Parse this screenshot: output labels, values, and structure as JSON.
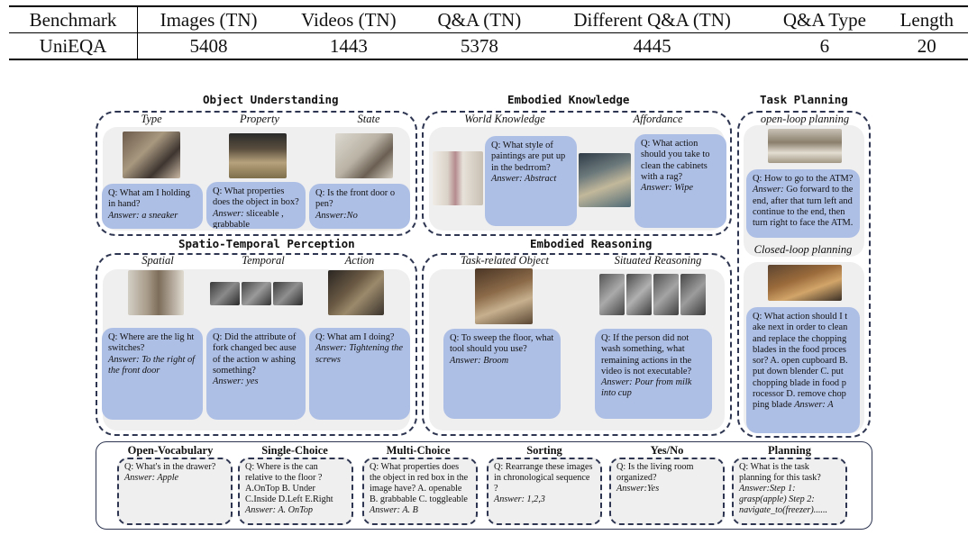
{
  "table": {
    "headers": [
      "Benchmark",
      "Images (TN)",
      "Videos (TN)",
      "Q&A (TN)",
      "Different Q&A (TN)",
      "Q&A Type",
      "Length"
    ],
    "row": [
      "UniEQA",
      "5408",
      "1443",
      "5378",
      "4445",
      "6",
      "20"
    ]
  },
  "sections": {
    "object_understanding": {
      "title": "Object Understanding",
      "sub": [
        "Type",
        "Property",
        "State"
      ],
      "qa": [
        {
          "q": "Q: What am I holding in hand?",
          "a": "Answer: a sneaker"
        },
        {
          "q": "Q:  What properties does the object in box?",
          "a": "Answer:",
          "a_rest": " sliceable , grabbable"
        },
        {
          "q": "Q:  Is the front door o pen?",
          "a": "Answer:No"
        }
      ]
    },
    "embodied_knowledge": {
      "title": "Embodied Knowledge",
      "sub": [
        "World Knowledge",
        "Affordance"
      ],
      "qa": [
        {
          "q": "Q:  What style of paintings are put up in the bedrrom?",
          "a": "Answer: Abstract"
        },
        {
          "q": "Q:  What action should you take to clean the cabinets with a rag?",
          "a": "Answer: Wipe"
        }
      ]
    },
    "task_planning": {
      "title": "Task Planning",
      "sub": [
        "open-loop planning",
        "Closed-loop planning"
      ],
      "qa": [
        {
          "q": "Q: How to go to the ATM?",
          "a": "Answer:",
          "a_rest": " Go forward to the end, after that turn left and continue to the end, then turn right to face the ATM."
        },
        {
          "q": "Q: What action should I t ake next in order to clean and replace the chopping blades in the food proces sor? A. open cupboard B. put down blender C. put chopping blade in food p rocessor D. remove chop ping blade",
          "a": "Answer: A"
        }
      ]
    },
    "spatio_temporal": {
      "title": "Spatio-Temporal Perception",
      "sub": [
        "Spatial",
        "Temporal",
        "Action"
      ],
      "qa": [
        {
          "q": "Q:  Where are the lig ht switches?",
          "a": "Answer: To the right of the front door"
        },
        {
          "q": "Q:  Did the attribute of fork changed bec ause of the action w ashing something?",
          "a": "Answer: yes"
        },
        {
          "q": "Q:  What am I doing?",
          "a": "Answer: Tightening the screws"
        }
      ]
    },
    "embodied_reasoning": {
      "title": "Embodied Reasoning",
      "sub": [
        "Task-related Object",
        "Situated Reasoning"
      ],
      "qa": [
        {
          "q": "Q:  To sweep the floor, what tool should you use?",
          "a": "Answer: Broom"
        },
        {
          "q": "Q:  If the person did not wash something, what remaining actions in the video is not executable?",
          "a": "Answer: Pour from milk into cup"
        }
      ]
    }
  },
  "qa_types": [
    {
      "title": "Open-Vocabulary",
      "q": "Q: What's in the drawer?",
      "a": "Answer: Apple"
    },
    {
      "title": "Single-Choice",
      "q": "Q:  Where is the can relative to the floor ? A.OnTop B. Under C.Inside D.Left E.Right",
      "a": "Answer: A. OnTop"
    },
    {
      "title": "Multi-Choice",
      "q": "Q:  What properties does the object in red box in the image have? A. openable B. grabbable C. toggleable",
      "a": "Answer: A. B"
    },
    {
      "title": "Sorting",
      "q": "Q:  Rearrange these images in chronological sequence ?",
      "a": "Answer: 1,2,3"
    },
    {
      "title": "Yes/No",
      "q": "Q:  Is the living room organized?",
      "a": "Answer:Yes"
    },
    {
      "title": "Planning",
      "q": "Q:  What is the task planning for this task?",
      "a": "Answer:Step 1: grasp(apple) Step 2: navigate_to(freezer)......"
    }
  ],
  "colors": {
    "bubble": "#aebfe6",
    "panel_border": "#2d3550",
    "inner_bg": "#efefef"
  }
}
